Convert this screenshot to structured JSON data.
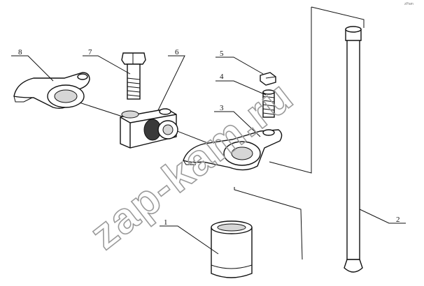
{
  "callouts": [
    "1",
    "2",
    "3",
    "4",
    "5",
    "6",
    "7",
    "8"
  ],
  "watermark": "zap-kam.ru",
  "corner_mark": "zPam"
}
